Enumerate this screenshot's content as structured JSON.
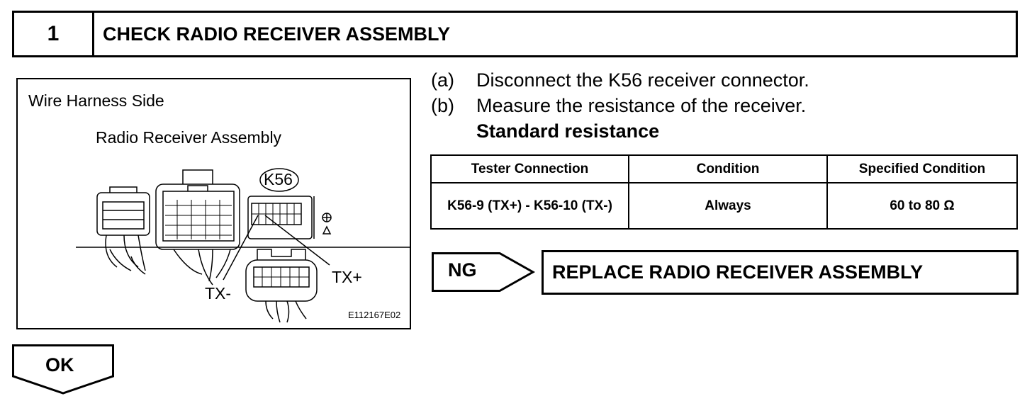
{
  "step": {
    "number": "1",
    "title": "CHECK RADIO RECEIVER ASSEMBLY"
  },
  "figure": {
    "side_label": "Wire Harness Side",
    "component_label": "Radio Receiver Assembly",
    "connector_id": "K56",
    "pin_tx_minus": "TX-",
    "pin_tx_plus": "TX+",
    "figure_code": "E112167E02"
  },
  "instructions": [
    {
      "tag": "(a)",
      "text": "Disconnect the K56 receiver connector."
    },
    {
      "tag": "(b)",
      "text": "Measure the resistance of the receiver."
    }
  ],
  "standard_label": "Standard resistance",
  "spec_table": {
    "headers": [
      "Tester Connection",
      "Condition",
      "Specified Condition"
    ],
    "rows": [
      {
        "connection": "K56-9 (TX+) - K56-10 (TX-)",
        "condition": "Always",
        "specified": "60 to 80 Ω"
      }
    ]
  },
  "results": {
    "ng_label": "NG",
    "ng_action": "REPLACE RADIO RECEIVER ASSEMBLY",
    "ok_label": "OK"
  }
}
